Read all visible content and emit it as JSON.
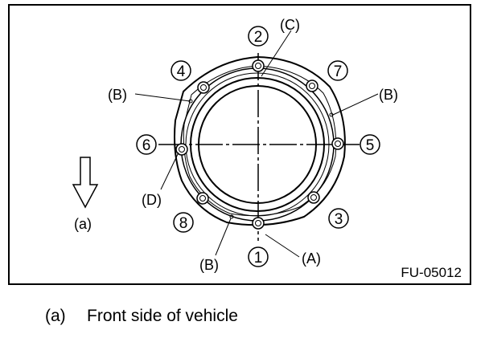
{
  "figure_code": "FU-05012",
  "bolt_order": [
    "1",
    "2",
    "3",
    "4",
    "5",
    "6",
    "7",
    "8"
  ],
  "callouts": {
    "A": "(A)",
    "B": "(B)",
    "C": "(C)",
    "D": "(D)"
  },
  "direction_label": "(a)",
  "legend": {
    "key": "(a)",
    "text": "Front side of vehicle"
  }
}
